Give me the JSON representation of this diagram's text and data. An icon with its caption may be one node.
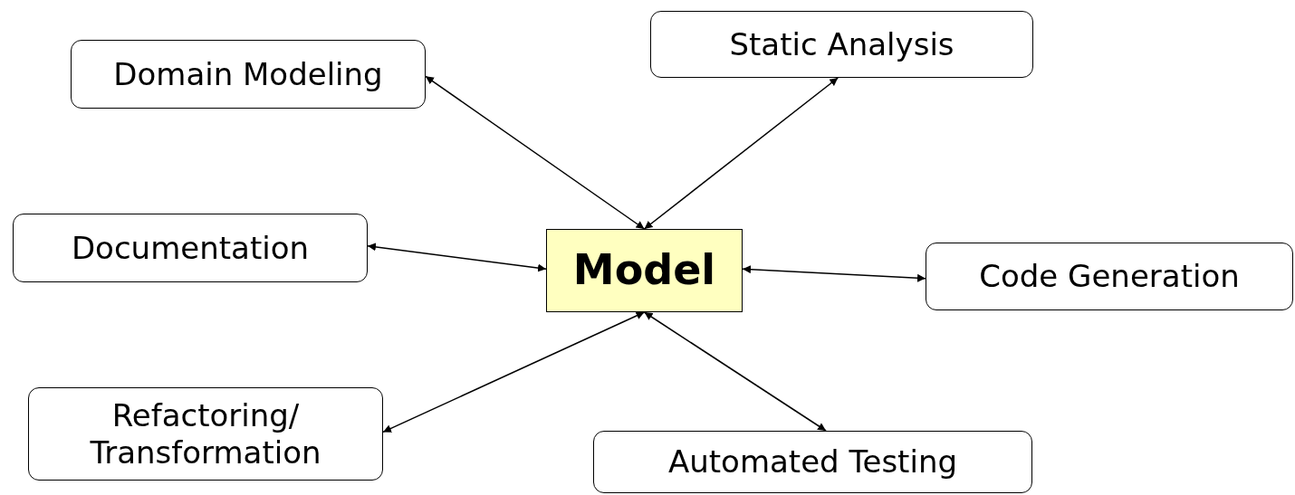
{
  "diagram": {
    "nodes": [
      {
        "text": [
          "Model"
        ]
      },
      {
        "text": [
          "Domain Modeling"
        ]
      },
      {
        "text": [
          "Static Analysis"
        ]
      },
      {
        "text": [
          "Documentation"
        ]
      },
      {
        "text": [
          "Code Generation"
        ]
      },
      {
        "text": [
          "Refactoring/ Transformation"
        ]
      },
      {
        "text": [
          "Automated Testing"
        ]
      }
    ],
    "edges": [
      {
        "from": 0,
        "to": 1,
        "arrow": "both"
      },
      {
        "from": 0,
        "to": 2,
        "arrow": "both"
      },
      {
        "from": 0,
        "to": 3,
        "arrow": "both"
      },
      {
        "from": 0,
        "to": 4,
        "arrow": "both"
      },
      {
        "from": 0,
        "to": 5,
        "arrow": "both"
      },
      {
        "from": 0,
        "to": 6,
        "arrow": "both"
      }
    ]
  }
}
